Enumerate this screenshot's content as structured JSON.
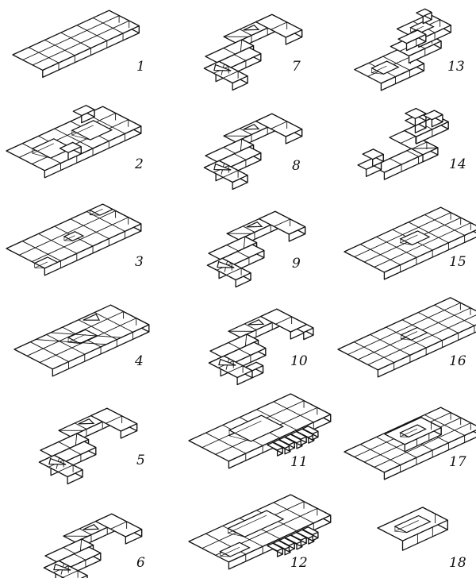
{
  "figure": {
    "panels": [
      {
        "number": "1",
        "shape": "slab",
        "cols": 6,
        "rows": 3,
        "hole": false
      },
      {
        "number": "2",
        "shape": "frame",
        "variant": "notched"
      },
      {
        "number": "3",
        "shape": "frame",
        "variant": "h"
      },
      {
        "number": "4",
        "shape": "frame",
        "variant": "diag-hole"
      },
      {
        "number": "5",
        "shape": "frame",
        "variant": "c-diag"
      },
      {
        "number": "6",
        "shape": "frame",
        "variant": "c-diag"
      },
      {
        "number": "7",
        "shape": "frame",
        "variant": "c-diag"
      },
      {
        "number": "8",
        "shape": "frame",
        "variant": "c-diag"
      },
      {
        "number": "9",
        "shape": "frame",
        "variant": "c-diag"
      },
      {
        "number": "10",
        "shape": "frame",
        "variant": "c-stepped"
      },
      {
        "number": "11",
        "shape": "frame",
        "variant": "fan"
      },
      {
        "number": "12",
        "shape": "frame",
        "variant": "ring-fan"
      },
      {
        "number": "13",
        "shape": "frame",
        "variant": "complex"
      },
      {
        "number": "14",
        "shape": "frame",
        "variant": "u-posts"
      },
      {
        "number": "15",
        "shape": "slab",
        "cols": 6,
        "rows": 4,
        "hole": true
      },
      {
        "number": "16",
        "shape": "slab",
        "cols": 7,
        "rows": 4,
        "hole": true
      },
      {
        "number": "17",
        "shape": "slab-ring",
        "cols": 6,
        "rows": 4,
        "hole": true
      },
      {
        "number": "18",
        "shape": "ring-small"
      }
    ]
  }
}
